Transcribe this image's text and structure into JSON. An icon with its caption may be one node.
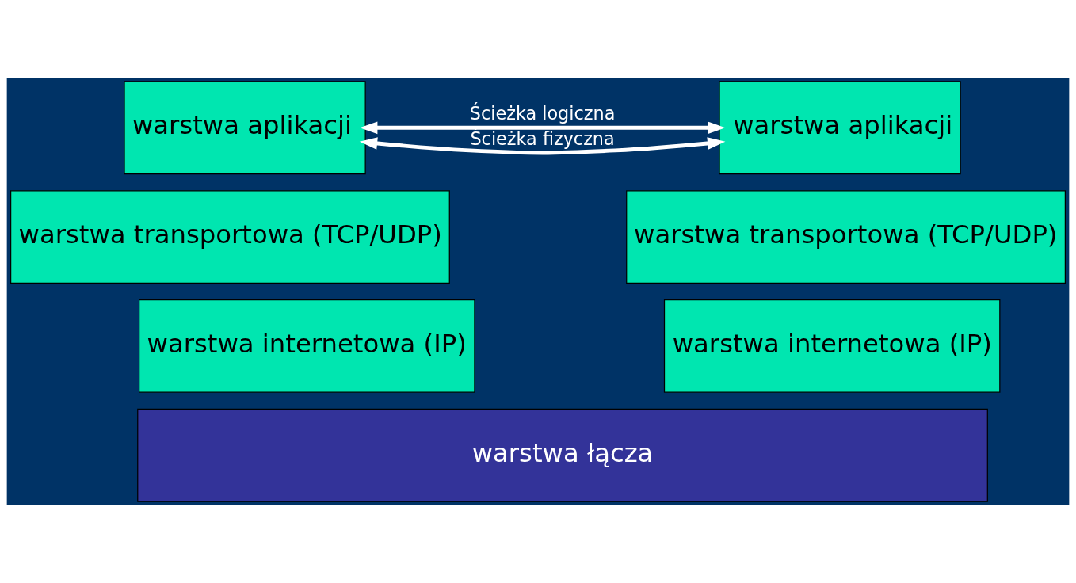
{
  "diagram": {
    "nodes": [
      {
        "text": [
          "warstwa aplikacji"
        ]
      },
      {
        "text": [
          "warstwa transportowa (TCP/UDP)"
        ]
      },
      {
        "text": [
          "warstwa internetowa (IP)"
        ]
      },
      {
        "text": [
          "warstwa aplikacji"
        ]
      },
      {
        "text": [
          "warstwa transportowa (TCP/UDP)"
        ]
      },
      {
        "text": [
          "warstwa internetowa (IP)"
        ]
      },
      {
        "text": [
          "warstwa łącza"
        ]
      }
    ],
    "edges": [
      {
        "from": 0,
        "to": 3,
        "arrow": "both",
        "label": "Ścieżka logiczna"
      },
      {
        "from": 0,
        "to": 3,
        "arrow": "both",
        "label": "Ścieżka fizyczna"
      }
    ]
  }
}
